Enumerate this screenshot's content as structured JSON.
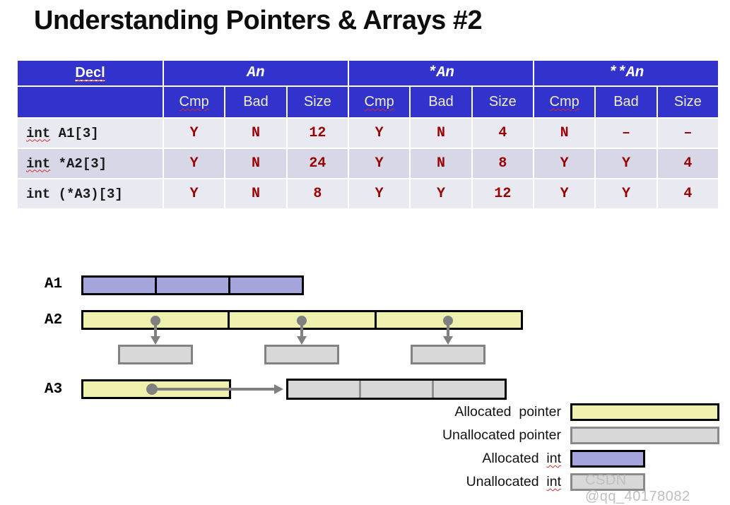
{
  "title": "Understanding Pointers & Arrays #2",
  "table": {
    "group_headers": [
      "Decl",
      "An",
      "*An",
      "**An"
    ],
    "sub_headers": [
      "Cmp",
      "Bad",
      "Size",
      "Cmp",
      "Bad",
      "Size",
      "Cmp",
      "Bad",
      "Size"
    ],
    "rows": [
      {
        "decl_kw": "int",
        "decl_rest": " A1[3]",
        "values": [
          "Y",
          "N",
          "12",
          "Y",
          "N",
          "4",
          "N",
          "–",
          "–"
        ]
      },
      {
        "decl_kw": "int",
        "decl_rest": " *A2[3]",
        "values": [
          "Y",
          "N",
          "24",
          "Y",
          "N",
          "8",
          "Y",
          "Y",
          "4"
        ]
      },
      {
        "decl_kw": "int",
        "decl_rest": " (*A3)[3]",
        "values": [
          "Y",
          "N",
          "8",
          "Y",
          "Y",
          "12",
          "Y",
          "Y",
          "4"
        ]
      }
    ]
  },
  "diagram": {
    "labels": [
      "A1",
      "A2",
      "A3"
    ]
  },
  "legend": {
    "items": [
      {
        "label": "Allocated  pointer",
        "kw": ""
      },
      {
        "label": "Unallocated pointer",
        "kw": ""
      },
      {
        "label": "Allocated  ",
        "kw": "int"
      },
      {
        "label": "Unallocated  ",
        "kw": "int"
      }
    ]
  },
  "watermark": "CSDN @qq_40178082",
  "colors": {
    "header_blue": "#3232cc",
    "value_red": "#990000",
    "allocated_int_purple": "#a5a5dd",
    "allocated_pointer_yellow": "#f0f0ae",
    "unallocated_gray": "#d8d8d8",
    "gray_border": "#828282"
  }
}
